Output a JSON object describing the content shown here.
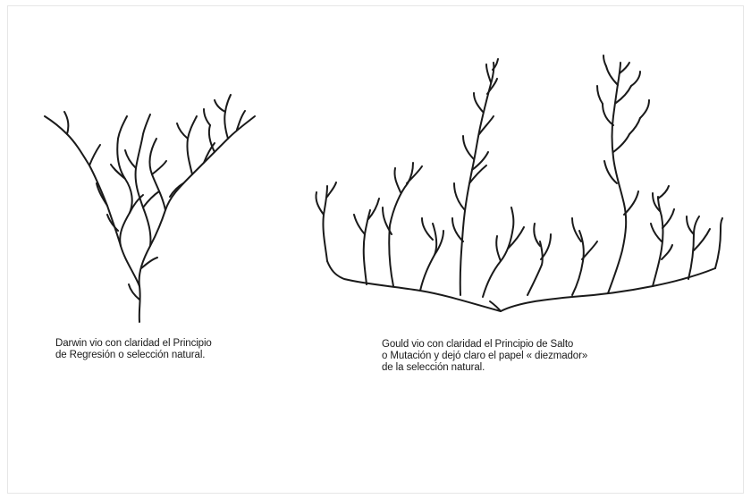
{
  "figure": {
    "left_caption": {
      "lines": [
        "Darwin vio con claridad el Principio",
        "de Regresión o selección natural."
      ]
    },
    "right_caption": {
      "lines": [
        "Gould vio con claridad el Principio de Salto",
        "o Mutación y dejó claro el papel « diezmador»",
        "de la selección natural."
      ]
    }
  }
}
